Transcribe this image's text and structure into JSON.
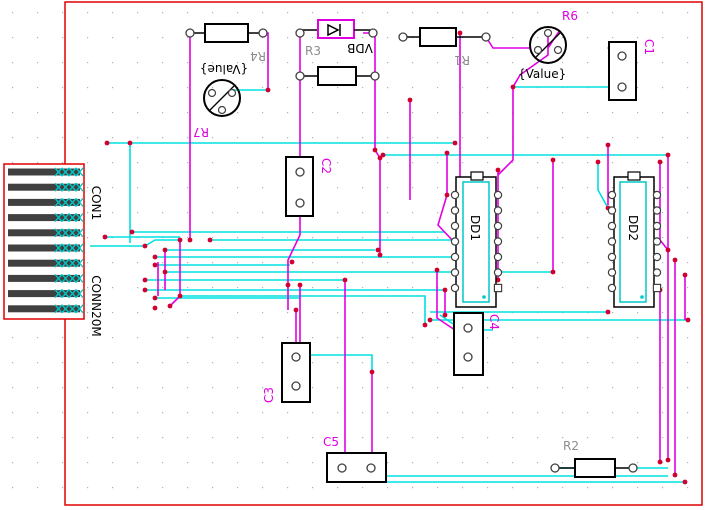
{
  "colors": {
    "background": "#ffffff",
    "board_outline": "#e00000",
    "grid_dot": "#b0b0b0",
    "top_layer_track": "#00e0e0",
    "bottom_layer_track": "#e000e0",
    "pad_fill": "#ffffff",
    "pad_outline": "#404040",
    "via": "#d00030",
    "component_body": "#000000",
    "designator_text": "#e000e0",
    "value_text": "#8c8c8c",
    "connector_pin": "#404040",
    "connector_hatch": "#00c8c8"
  },
  "labels": {
    "R4": "R4",
    "R4_value": "{Value}",
    "R3": "R3",
    "VDB": "VDB",
    "R1": "R1",
    "R6": "R6",
    "R6_value": "{Value}",
    "C1": "C1",
    "R7": "R7",
    "C2": "C2",
    "CON1": "CON1",
    "CONN20M": "CONN20M",
    "DD1": "DD1",
    "DD2": "DD2",
    "C4": "C4",
    "C3": "C3",
    "C5": "C5",
    "R2": "R2"
  },
  "icons": {
    "diode": "diode-icon",
    "resistor": "resistor-icon",
    "potentiometer": "potentiometer-icon",
    "capacitor": "capacitor-icon",
    "connector": "connector-icon",
    "ic": "ic-icon"
  }
}
